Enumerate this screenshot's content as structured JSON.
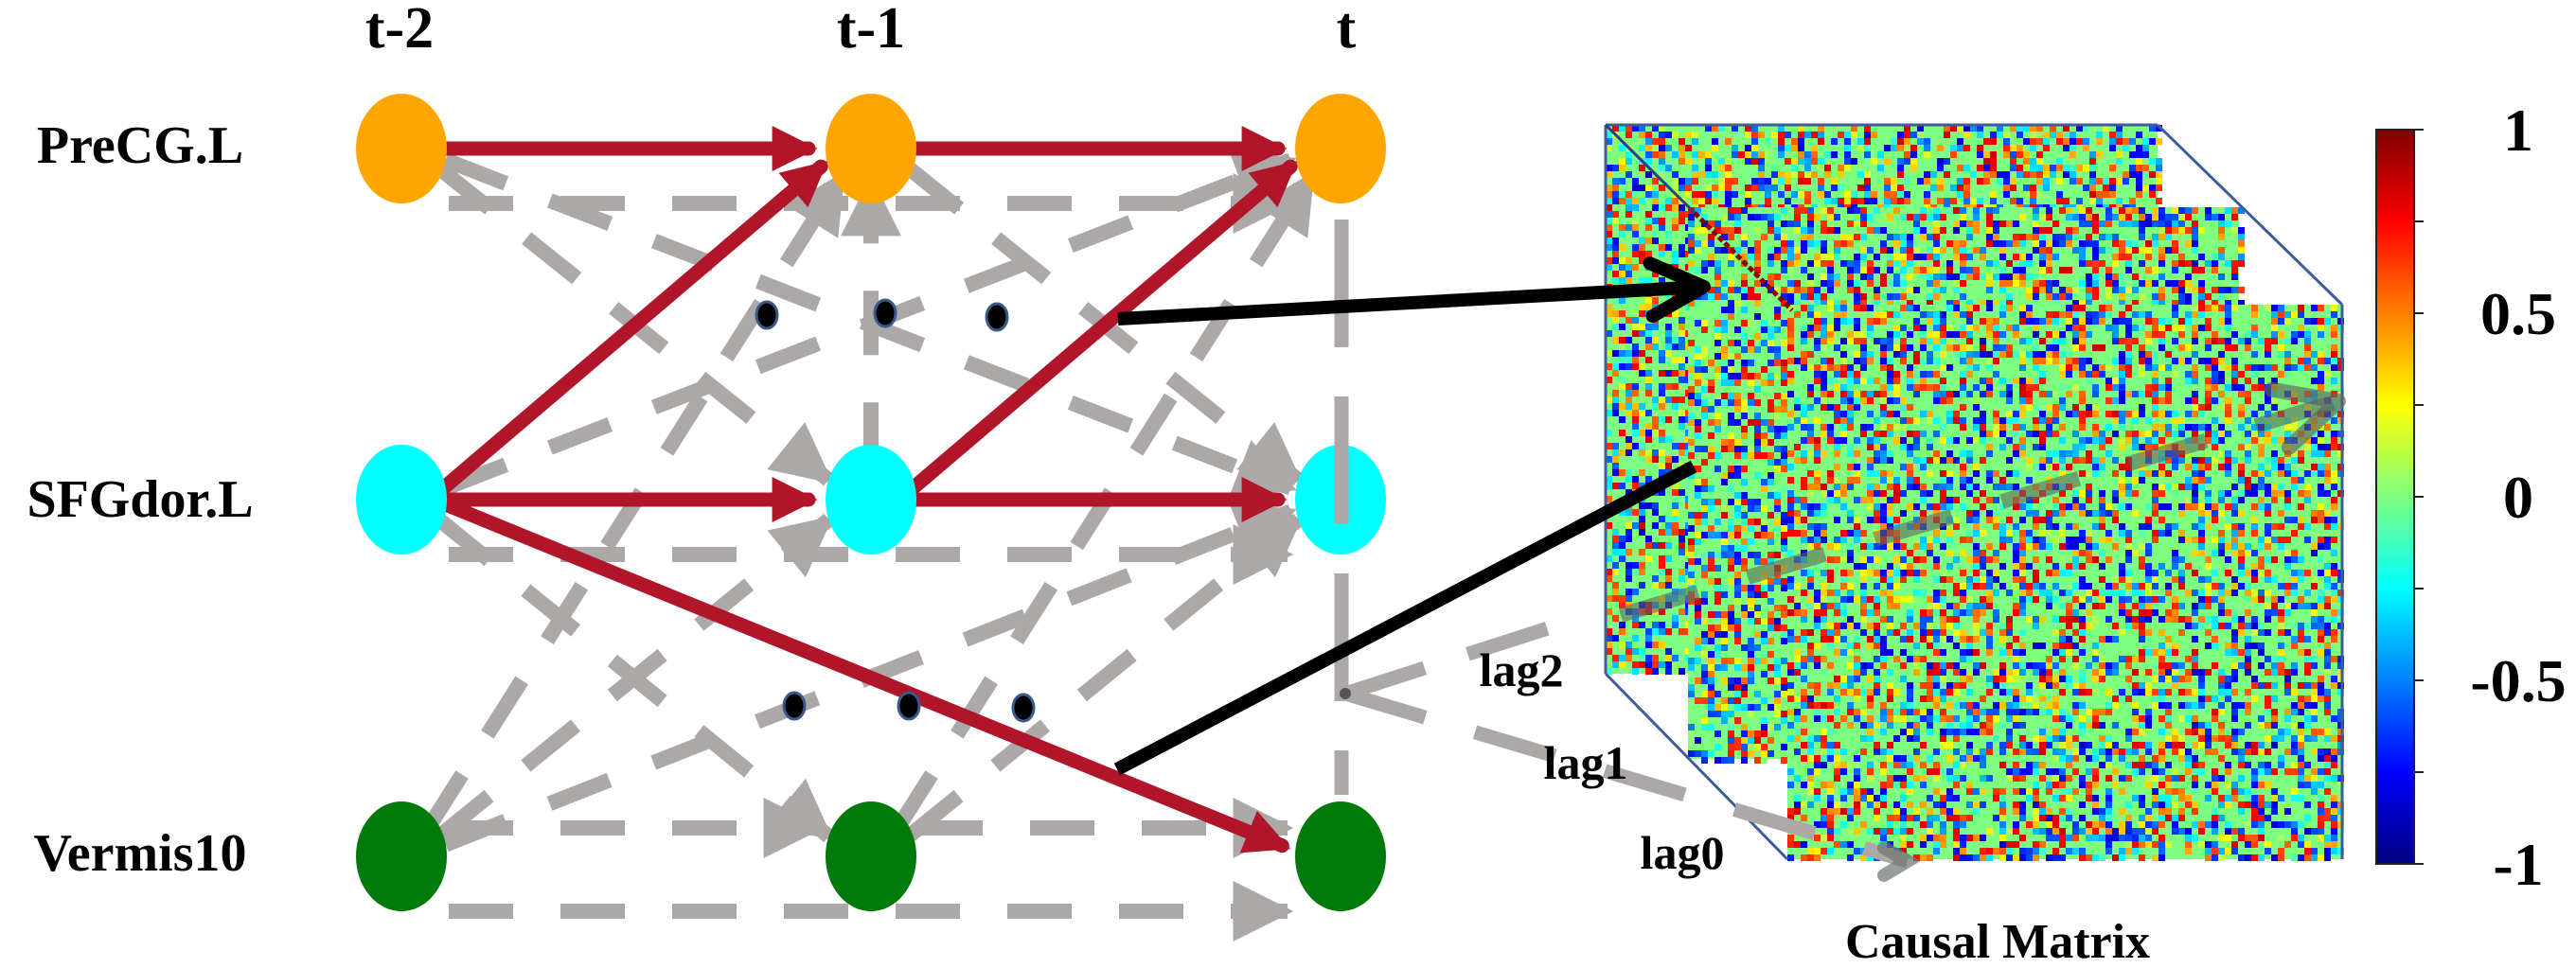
{
  "figure": {
    "time_labels": [
      "t-2",
      "t-1",
      "t"
    ],
    "regions": [
      {
        "name": "PreCG.L",
        "color": "#ffa500"
      },
      {
        "name": "SFGdor.L",
        "color": "#00ffff"
      },
      {
        "name": "Vermis10",
        "color": "#007a0a"
      }
    ],
    "edge_colors": {
      "causal": "#b0152a",
      "candidate": "#aba8a7",
      "pointer": "#000000",
      "ellipsis_dot": "#000000",
      "ellipsis_dot_border": "#3a5a8a"
    },
    "causal_edges": [
      {
        "from": [
          "PreCG.L",
          "t-2"
        ],
        "to": [
          "PreCG.L",
          "t-1"
        ]
      },
      {
        "from": [
          "PreCG.L",
          "t-1"
        ],
        "to": [
          "PreCG.L",
          "t"
        ]
      },
      {
        "from": [
          "SFGdor.L",
          "t-2"
        ],
        "to": [
          "PreCG.L",
          "t-1"
        ]
      },
      {
        "from": [
          "SFGdor.L",
          "t-1"
        ],
        "to": [
          "PreCG.L",
          "t"
        ]
      },
      {
        "from": [
          "SFGdor.L",
          "t-2"
        ],
        "to": [
          "SFGdor.L",
          "t-1"
        ]
      },
      {
        "from": [
          "SFGdor.L",
          "t-1"
        ],
        "to": [
          "SFGdor.L",
          "t"
        ]
      },
      {
        "from": [
          "SFGdor.L",
          "t-2"
        ],
        "to": [
          "Vermis10",
          "t"
        ]
      }
    ],
    "candidate_edges": [
      {
        "from": [
          "PreCG.L",
          "t-2"
        ],
        "to": [
          "PreCG.L",
          "t"
        ]
      },
      {
        "from": [
          "PreCG.L",
          "t-2"
        ],
        "to": [
          "SFGdor.L",
          "t-1"
        ]
      },
      {
        "from": [
          "PreCG.L",
          "t-2"
        ],
        "to": [
          "SFGdor.L",
          "t"
        ]
      },
      {
        "from": [
          "PreCG.L",
          "t-1"
        ],
        "to": [
          "SFGdor.L",
          "t"
        ]
      },
      {
        "from": [
          "SFGdor.L",
          "t-2"
        ],
        "to": [
          "PreCG.L",
          "t"
        ]
      },
      {
        "from": [
          "SFGdor.L",
          "t-2"
        ],
        "to": [
          "SFGdor.L",
          "t"
        ]
      },
      {
        "from": [
          "SFGdor.L",
          "t-2"
        ],
        "to": [
          "Vermis10",
          "t-1"
        ]
      },
      {
        "from": [
          "SFGdor.L",
          "t-1"
        ],
        "to": [
          "PreCG.L",
          "t-1"
        ]
      },
      {
        "from": [
          "Vermis10",
          "t-2"
        ],
        "to": [
          "PreCG.L",
          "t-1"
        ]
      },
      {
        "from": [
          "Vermis10",
          "t-2"
        ],
        "to": [
          "SFGdor.L",
          "t-1"
        ]
      },
      {
        "from": [
          "Vermis10",
          "t-2"
        ],
        "to": [
          "SFGdor.L",
          "t"
        ]
      },
      {
        "from": [
          "Vermis10",
          "t-2"
        ],
        "to": [
          "Vermis10",
          "t-1"
        ]
      },
      {
        "from": [
          "Vermis10",
          "t-2"
        ],
        "to": [
          "Vermis10",
          "t"
        ]
      },
      {
        "from": [
          "Vermis10",
          "t-1"
        ],
        "to": [
          "PreCG.L",
          "t"
        ]
      },
      {
        "from": [
          "Vermis10",
          "t-1"
        ],
        "to": [
          "SFGdor.L",
          "t"
        ]
      },
      {
        "from": [
          "Vermis10",
          "t-1"
        ],
        "to": [
          "Vermis10",
          "t"
        ]
      }
    ],
    "lag_labels": [
      "lag2",
      "lag1",
      "lag0"
    ],
    "caption": "Causal Matrix"
  },
  "chart_data": {
    "type": "heatmap",
    "title": "Causal Matrix",
    "layers": [
      "lag2",
      "lag1",
      "lag0"
    ],
    "colormap": "jet",
    "colorbar": {
      "range": [
        -1,
        1
      ],
      "tick_values": [
        1,
        0.75,
        0.5,
        0.25,
        0,
        -0.25,
        -0.5,
        -0.75,
        -1
      ],
      "labels": [
        {
          "value": 1,
          "text": "1"
        },
        {
          "value": 0.5,
          "text": "0.5"
        },
        {
          "value": 0,
          "text": "0"
        },
        {
          "value": -0.5,
          "text": "-0.5"
        },
        {
          "value": -1,
          "text": "-1"
        }
      ]
    },
    "values_note": "cell values not individually legible; mostly near 0 with scattered positive/negative entries and a strong positive diagonal in lag2"
  }
}
